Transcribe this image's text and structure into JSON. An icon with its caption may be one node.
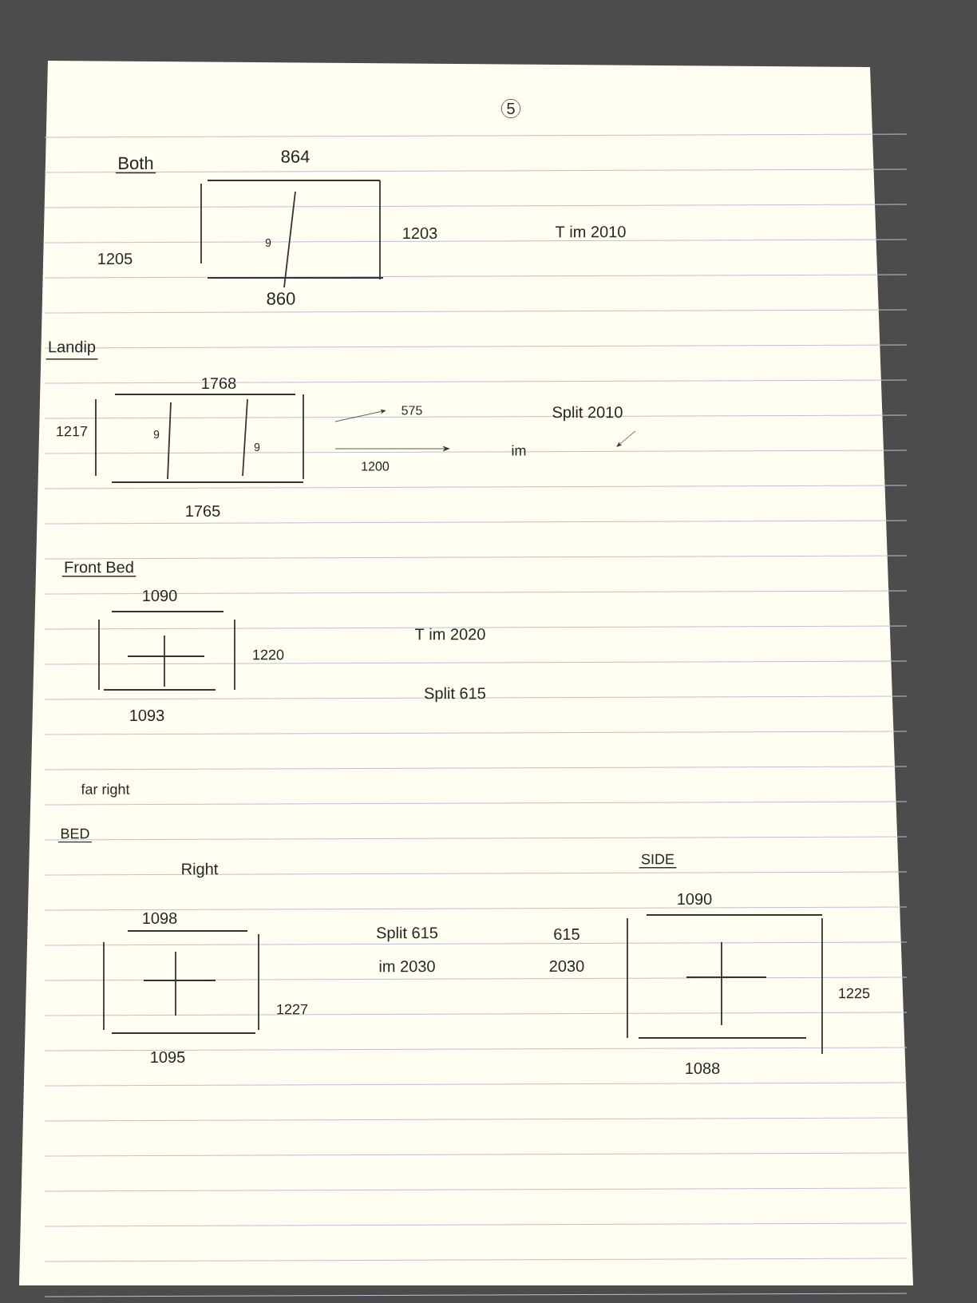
{
  "diagram": {
    "labels": [
      "5",
      "Both",
      "864",
      "1205",
      "1203",
      "T im 2010",
      "9",
      "860",
      "Landip",
      "1768",
      "1217",
      "9",
      "9",
      "575",
      "1200",
      "Split 2010",
      "im",
      "1765",
      "Front Bed",
      "1090",
      "1220",
      "T im 2020",
      "1093",
      "Split 615",
      "far right",
      "BED",
      "Right",
      "SIDE",
      "1098",
      "1090",
      "Split 615",
      "615",
      "im 2030",
      "2030",
      "1225",
      "1227",
      "1095",
      "1088"
    ]
  }
}
